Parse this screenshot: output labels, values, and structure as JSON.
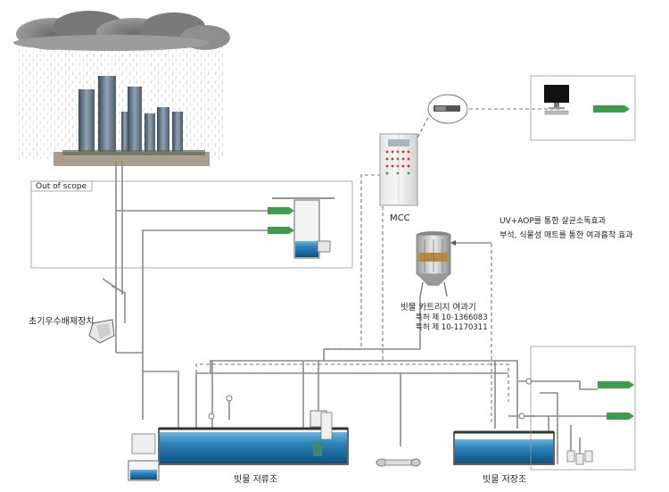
{
  "labels": {
    "out_of_scope": "Out of scope",
    "mcc": "MCC",
    "uv_line1": "UV+AOP를 통한 살균소독효과",
    "uv_line2": "부석, 식물성 매트를 통한 여과흡착 효과",
    "filter_title": "빗물 카트리지 여과기",
    "patent1": "특허 제 10-1366083",
    "patent2": "특허 제 10-1170311",
    "first_flush_device": "초기우수배제장치",
    "storage_tank_1": "빗물 저류조",
    "storage_tank_2": "빗물 저장조"
  },
  "colors": {
    "water": "#1d6fa5",
    "water_light": "#6db3d8",
    "arrow_green": "#3f9b4e",
    "line": "#8a8a8a"
  },
  "icons": [
    "rain-cloud-icon",
    "building-icon",
    "monitor-icon",
    "keyboard-icon",
    "control-panel-icon",
    "filter-icon",
    "pump-icon",
    "valve-icon"
  ]
}
